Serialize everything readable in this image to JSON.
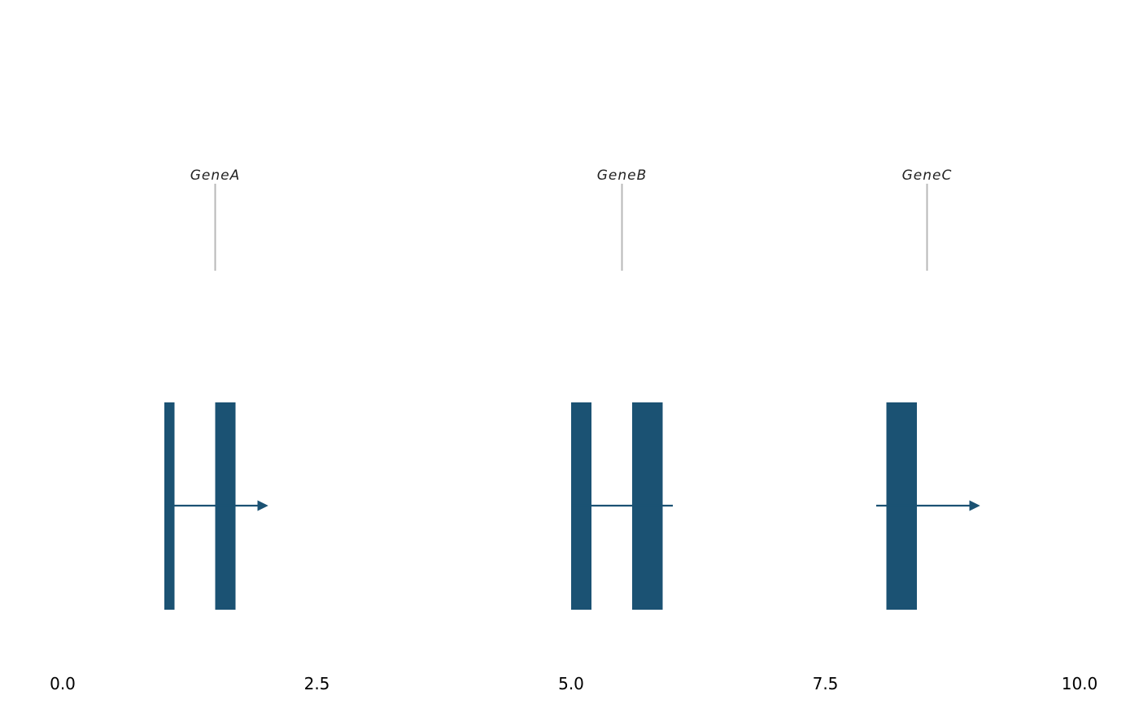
{
  "chart_data": {
    "type": "gene-track",
    "title": "",
    "xlabel": "",
    "ylabel": "",
    "xlim": [
      0,
      10
    ],
    "x_ticks": [
      0.0,
      2.5,
      5.0,
      7.5,
      10.0
    ],
    "x_tick_labels": [
      "0.0",
      "2.5",
      "5.0",
      "7.5",
      "10.0"
    ],
    "grid": false,
    "legend": "none",
    "colors": {
      "exon": "#1b5273",
      "strand": "#1b5273",
      "label_line": "#b8b8b8",
      "label_text": "#222222"
    },
    "genes": [
      {
        "name": "GeneA",
        "label_x": 1.5,
        "start": 1.0,
        "end": 2.0,
        "strand": "+",
        "exons": [
          [
            1.0,
            1.1
          ],
          [
            1.5,
            1.7
          ]
        ]
      },
      {
        "name": "GeneB",
        "label_x": 5.5,
        "start": 5.0,
        "end": 6.0,
        "strand": "+",
        "exons": [
          [
            5.0,
            5.2
          ],
          [
            5.6,
            5.9
          ]
        ]
      },
      {
        "name": "GeneC",
        "label_x": 8.5,
        "start": 8.0,
        "end": 9.0,
        "strand": "+",
        "exons": [
          [
            8.1,
            8.4
          ]
        ]
      }
    ]
  }
}
